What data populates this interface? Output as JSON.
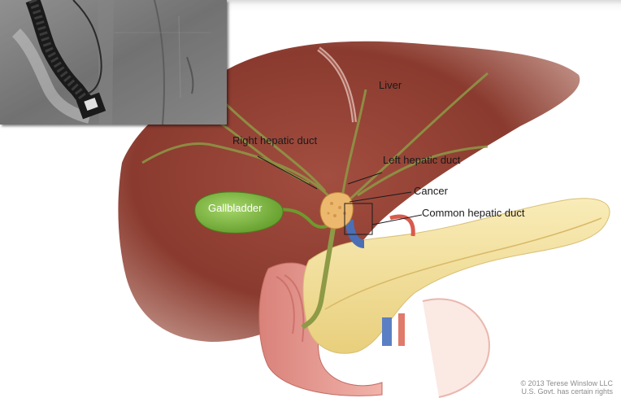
{
  "labels": {
    "liver": "Liver",
    "right_hepatic_duct": "Right hepatic duct",
    "left_hepatic_duct": "Left hepatic duct",
    "cancer": "Cancer",
    "common_hepatic_duct": "Common hepatic duct",
    "gallbladder": "Gallbladder"
  },
  "copyright": {
    "line1": "© 2013 Terese Winslow LLC",
    "line2": "U.S. Govt. has certain rights"
  },
  "colors": {
    "liver": "#8c3a2e",
    "gallbladder": "#79b838",
    "pancreas": "#f1dc8f",
    "duct": "#7f8c3a",
    "tumor": "#eab56c",
    "vein": "#4b6fb5",
    "artery": "#d85b4c"
  }
}
